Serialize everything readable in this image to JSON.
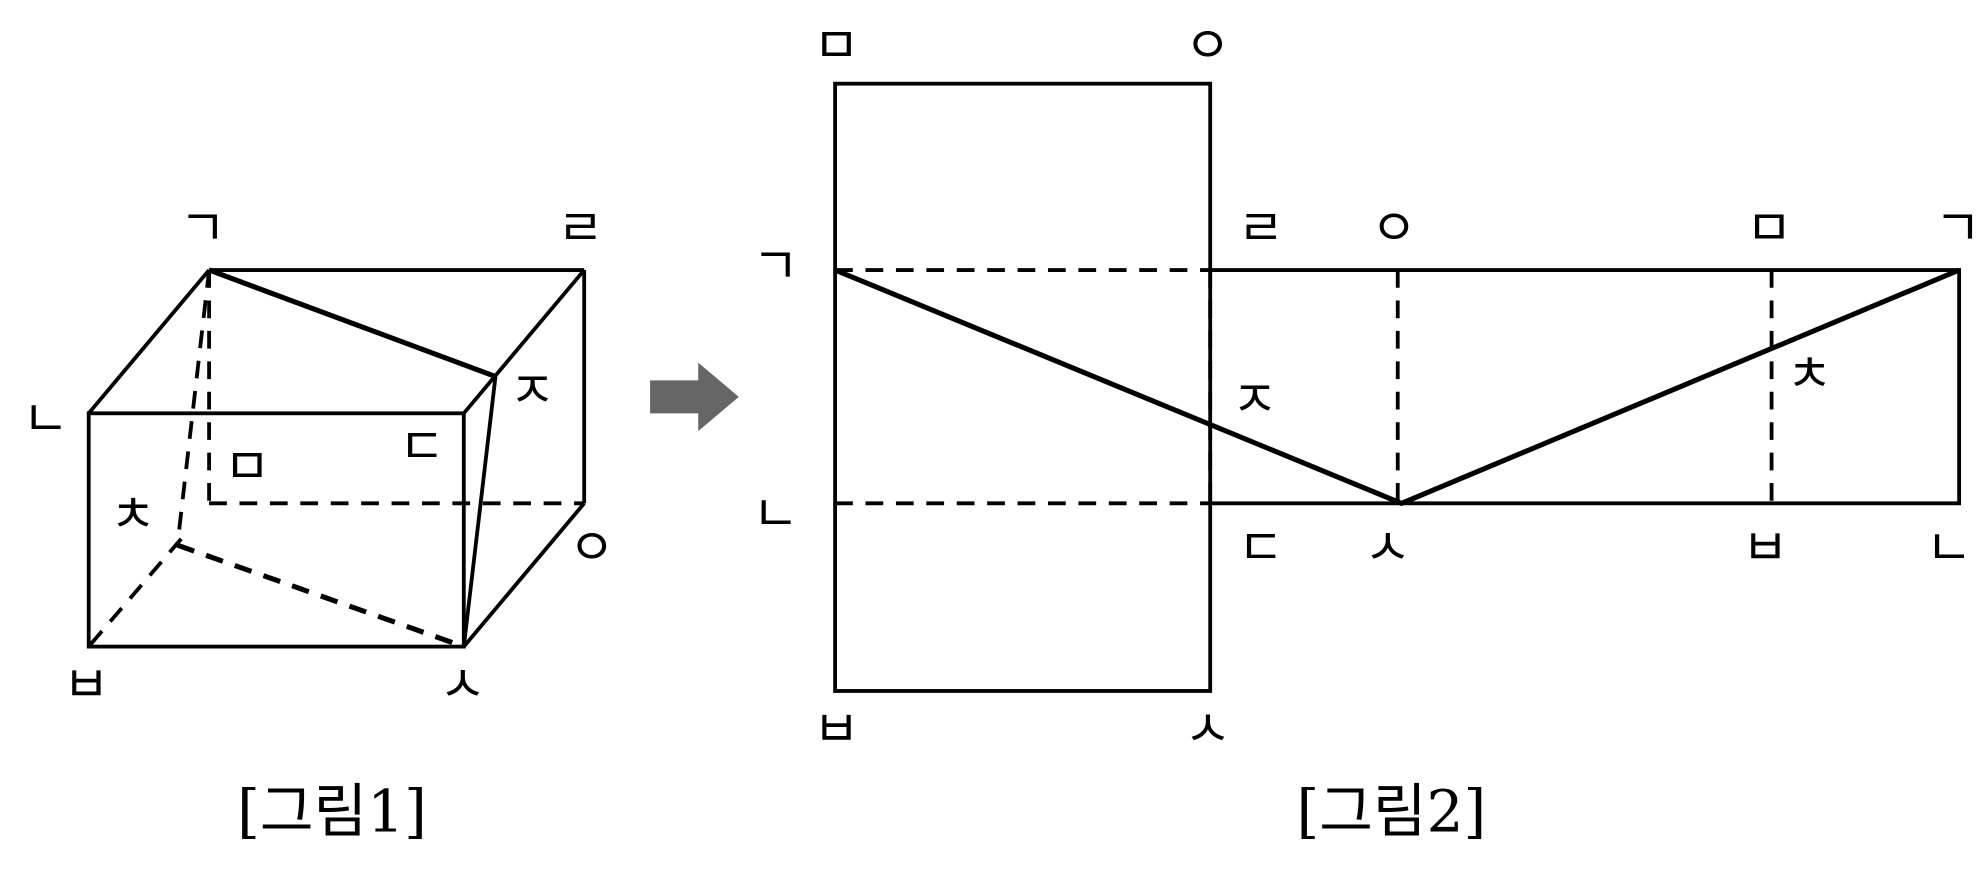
{
  "figure1": {
    "caption": "[그림1]",
    "labels": {
      "g": "ㄱ",
      "r": "ㄹ",
      "n": "ㄴ",
      "d": "ㄷ",
      "m": "ㅁ",
      "o": "ㅇ",
      "b": "ㅂ",
      "s": "ㅅ",
      "j": "ㅈ",
      "ch": "ㅊ"
    }
  },
  "arrow": {
    "color": "#666666"
  },
  "figure2": {
    "caption": "[그림2]",
    "labels": {
      "top_m": "ㅁ",
      "top_o": "ㅇ",
      "left_g": "ㄱ",
      "left_n": "ㄴ",
      "r": "ㄹ",
      "o": "ㅇ",
      "m": "ㅁ",
      "right_g": "ㄱ",
      "d": "ㄷ",
      "s": "ㅅ",
      "b": "ㅂ",
      "right_n": "ㄴ",
      "bottom_b": "ㅂ",
      "bottom_s": "ㅅ",
      "j": "ㅈ",
      "ch": "ㅊ"
    }
  }
}
